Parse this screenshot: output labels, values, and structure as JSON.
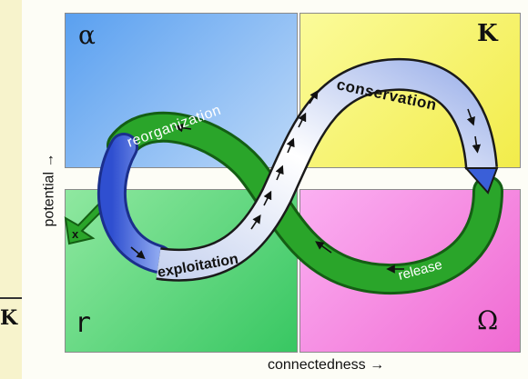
{
  "quadrants": {
    "alpha": "α",
    "k": "K",
    "r": "r",
    "omega": "Ω"
  },
  "fragment_label": "K",
  "axes": {
    "y_label": "potential",
    "x_label": "connectedness"
  },
  "loop_labels": {
    "reorganization": "reorganization",
    "conservation": "conservation",
    "exploitation": "exploitation",
    "release": "release",
    "exit": "x"
  },
  "colors": {
    "green_band": "#1f9a1f",
    "blue_band": "#3a5fd8",
    "white_band": "#eef2fb",
    "outline": "#1a1a1a"
  }
}
